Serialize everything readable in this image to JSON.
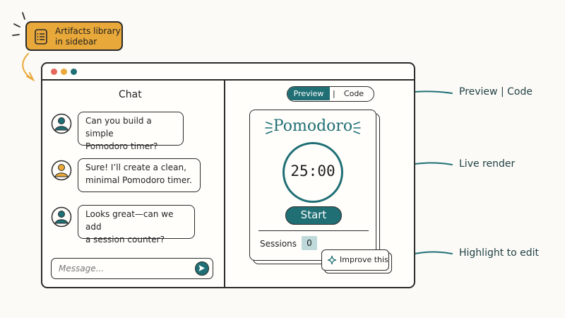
{
  "callout": {
    "label_line1": "Artifacts library",
    "label_line2": "in sidebar"
  },
  "chat": {
    "title": "Chat",
    "messages": [
      {
        "role": "user",
        "line1": "Can you build a simple",
        "line2": "Pomodoro timer?"
      },
      {
        "role": "assistant",
        "line1": "Sure! I’ll create a clean,",
        "line2": "minimal Pomodoro timer."
      },
      {
        "role": "user",
        "line1": "Looks great—can we add",
        "line2": "a session counter?"
      }
    ],
    "input_placeholder": "Message..."
  },
  "toggle": {
    "preview": "Preview",
    "separator": "|",
    "code": "Code"
  },
  "artifact": {
    "title": "Pomodoro",
    "timer": "25:00",
    "start_label": "Start",
    "sessions_label": "Sessions",
    "sessions_count": "0",
    "improve_label": "Improve this"
  },
  "annotations": {
    "preview_code": "Preview | Code",
    "live_render": "Live render",
    "highlight_edit": "Highlight to edit"
  },
  "colors": {
    "teal": "#1f6f75",
    "amber": "#e9a93a",
    "red": "#e4685c",
    "highlight": "#bfd9db",
    "ink": "#2a2a2a"
  },
  "icons": [
    "list-icon",
    "user-avatar-icon",
    "assistant-avatar-icon",
    "send-icon",
    "sparkle-icon",
    "arrow-icon"
  ]
}
